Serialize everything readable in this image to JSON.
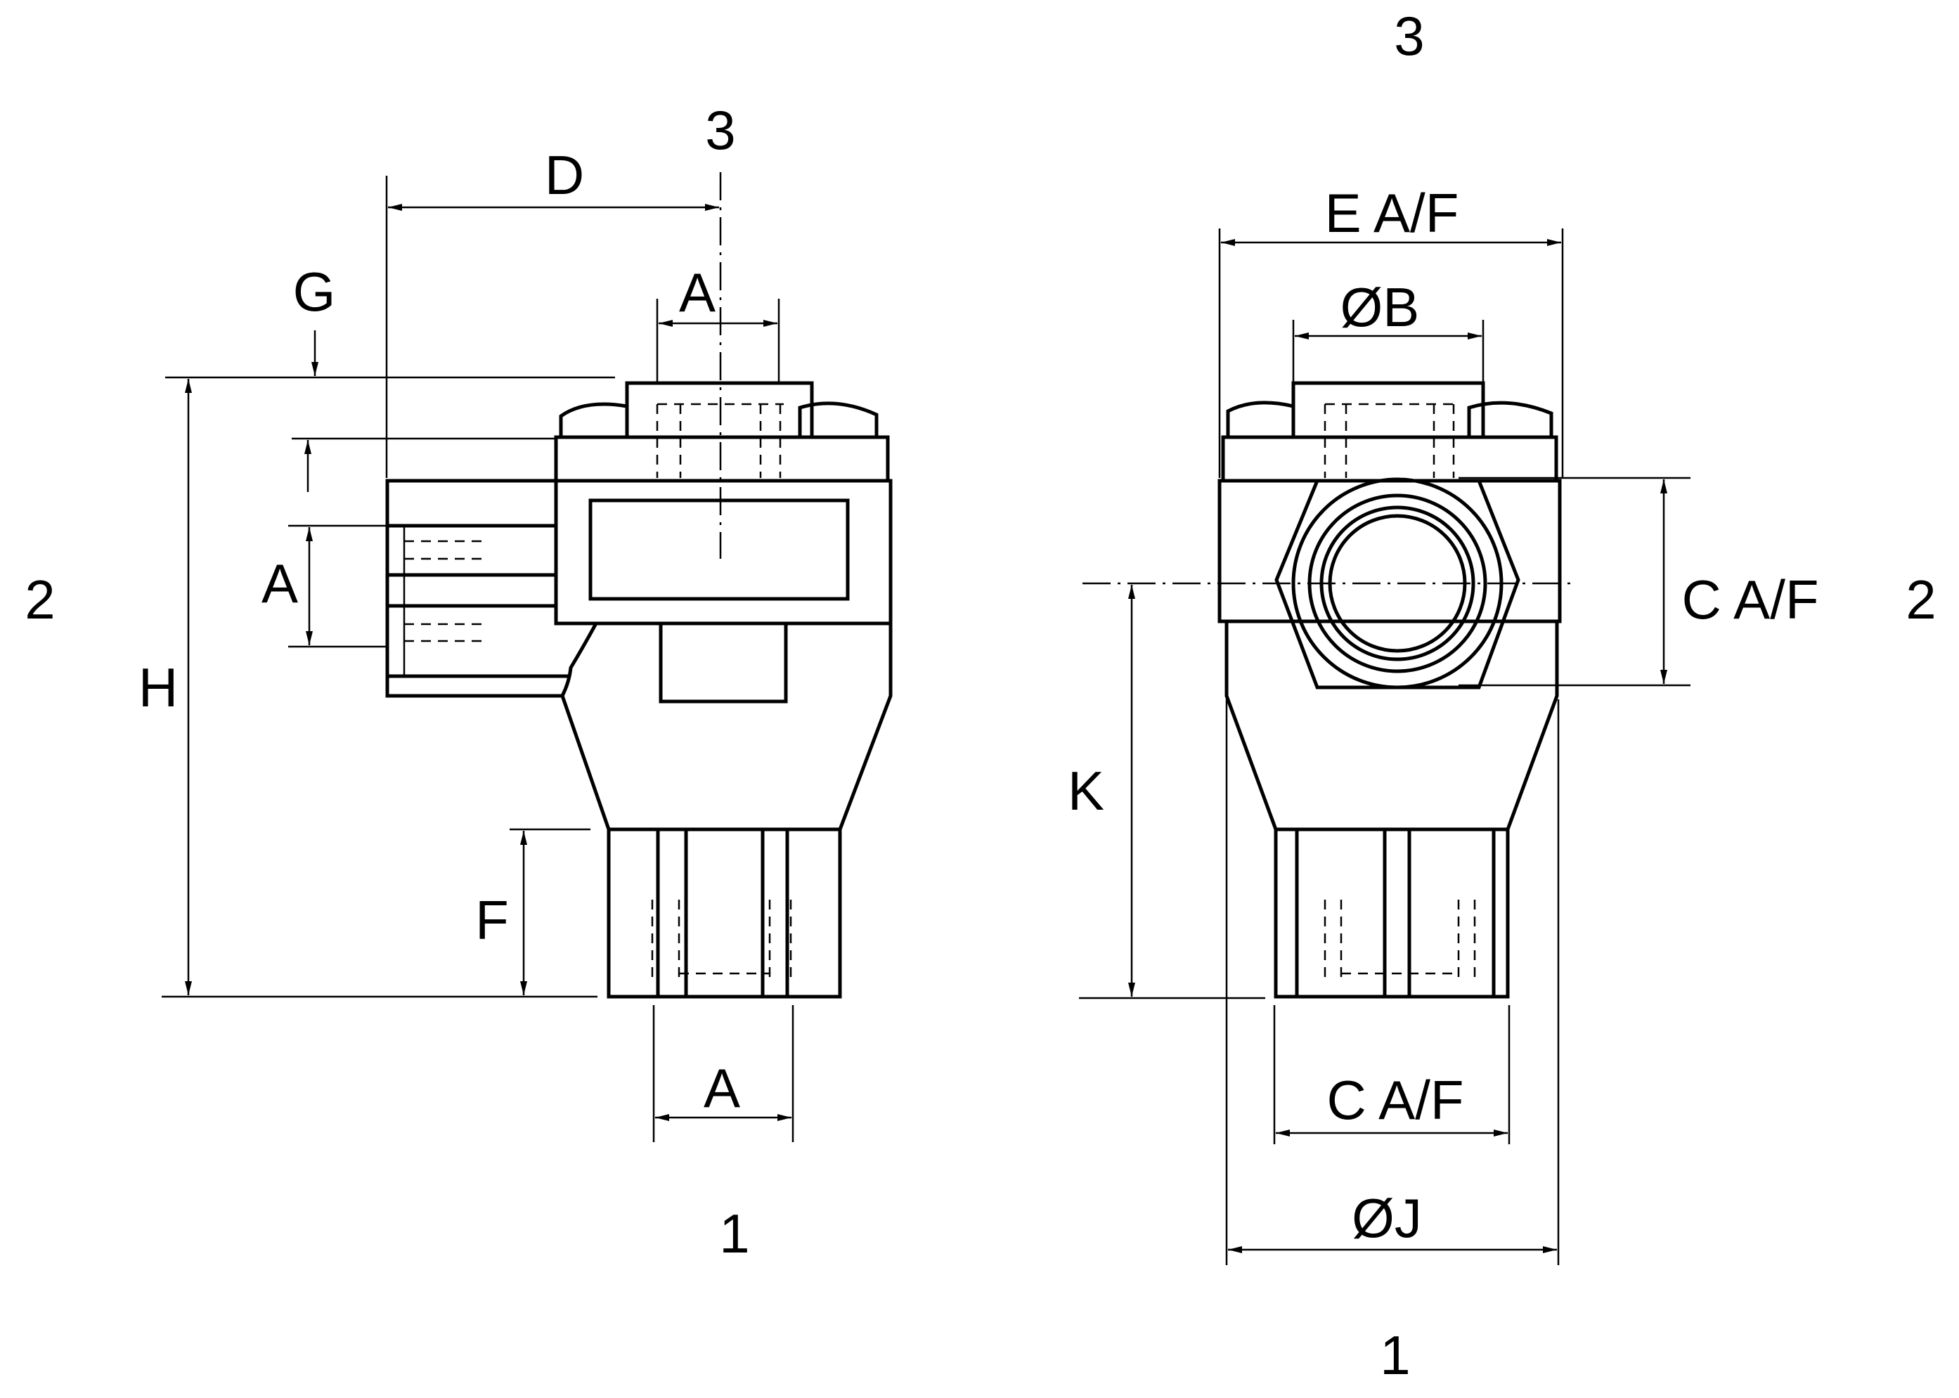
{
  "labels": {
    "side_view": {
      "port_top": "3",
      "port_left": "2",
      "port_bottom": "1",
      "dim_d": "D",
      "dim_g": "G",
      "dim_a_top": "A",
      "dim_a_side": "A",
      "dim_a_bottom": "A",
      "dim_h": "H",
      "dim_f": "F"
    },
    "front_view": {
      "port_top": "3",
      "port_right": "2",
      "port_bottom": "1",
      "dim_e": "E A/F",
      "dim_b": "ØB",
      "dim_c_side": "C A/F",
      "dim_c_bottom": "C A/F",
      "dim_k": "K",
      "dim_j": "ØJ"
    }
  },
  "colors": {
    "line": "#000000",
    "background": "#ffffff"
  }
}
